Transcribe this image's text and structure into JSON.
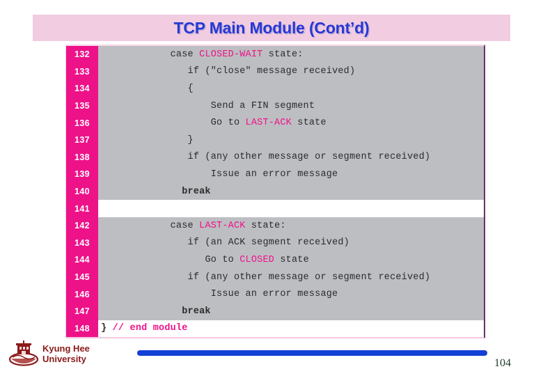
{
  "slide": {
    "title": "TCP Main Module (Cont’d)",
    "page_number": "104",
    "colors": {
      "title_banner_bg": "#F2CCE0",
      "title_text": "#2439D4",
      "gutter_bg": "#EE1289",
      "code_bg": "#BDBEC2",
      "keyword": "#EE1289",
      "comment": "#EE1289",
      "blue_bar": "#1340D4",
      "university_text": "#8B1A1A",
      "page_number": "#1D3B28"
    }
  },
  "code": {
    "lines": [
      {
        "number": "132",
        "indent": 12,
        "blank": false,
        "segments": [
          {
            "t": "case ",
            "s": "plain"
          },
          {
            "t": "CLOSED-WAIT",
            "s": "kw"
          },
          {
            "t": " state:",
            "s": "plain"
          }
        ]
      },
      {
        "number": "133",
        "indent": 15,
        "blank": false,
        "segments": [
          {
            "t": "if (\"close\" message received)",
            "s": "plain"
          }
        ]
      },
      {
        "number": "134",
        "indent": 15,
        "blank": false,
        "segments": [
          {
            "t": "{",
            "s": "plain"
          }
        ]
      },
      {
        "number": "135",
        "indent": 19,
        "blank": false,
        "segments": [
          {
            "t": "Send a FIN segment",
            "s": "plain"
          }
        ]
      },
      {
        "number": "136",
        "indent": 19,
        "blank": false,
        "segments": [
          {
            "t": "Go to ",
            "s": "plain"
          },
          {
            "t": "LAST-ACK",
            "s": "kw"
          },
          {
            "t": " state",
            "s": "plain"
          }
        ]
      },
      {
        "number": "137",
        "indent": 15,
        "blank": false,
        "segments": [
          {
            "t": "}",
            "s": "plain"
          }
        ]
      },
      {
        "number": "138",
        "indent": 15,
        "blank": false,
        "segments": [
          {
            "t": "if (any other message or segment received)",
            "s": "plain"
          }
        ]
      },
      {
        "number": "139",
        "indent": 19,
        "blank": false,
        "segments": [
          {
            "t": "Issue an error message",
            "s": "plain"
          }
        ]
      },
      {
        "number": "140",
        "indent": 14,
        "blank": false,
        "segments": [
          {
            "t": "break",
            "s": "bold"
          }
        ]
      },
      {
        "number": "141",
        "indent": 0,
        "blank": true,
        "segments": []
      },
      {
        "number": "142",
        "indent": 12,
        "blank": false,
        "segments": [
          {
            "t": "case ",
            "s": "plain"
          },
          {
            "t": "LAST-ACK",
            "s": "kw"
          },
          {
            "t": " state:",
            "s": "plain"
          }
        ]
      },
      {
        "number": "143",
        "indent": 15,
        "blank": false,
        "segments": [
          {
            "t": "if (an ACK segment received)",
            "s": "plain"
          }
        ]
      },
      {
        "number": "144",
        "indent": 18,
        "blank": false,
        "segments": [
          {
            "t": "Go to ",
            "s": "plain"
          },
          {
            "t": "CLOSED",
            "s": "kw"
          },
          {
            "t": " state",
            "s": "plain"
          }
        ]
      },
      {
        "number": "145",
        "indent": 15,
        "blank": false,
        "segments": [
          {
            "t": "if (any other message or segment received)",
            "s": "plain"
          }
        ]
      },
      {
        "number": "146",
        "indent": 19,
        "blank": false,
        "segments": [
          {
            "t": "Issue an error message",
            "s": "plain"
          }
        ]
      },
      {
        "number": "147",
        "indent": 14,
        "blank": false,
        "segments": [
          {
            "t": "break",
            "s": "bold"
          }
        ]
      },
      {
        "number": "148",
        "indent": 0,
        "blank": false,
        "last": true,
        "segments": [
          {
            "t": "} ",
            "s": "bold"
          },
          {
            "t": "// end module",
            "s": "cmt"
          }
        ]
      }
    ]
  },
  "footer": {
    "university_line1": "Kyung Hee",
    "university_line2": "University"
  }
}
